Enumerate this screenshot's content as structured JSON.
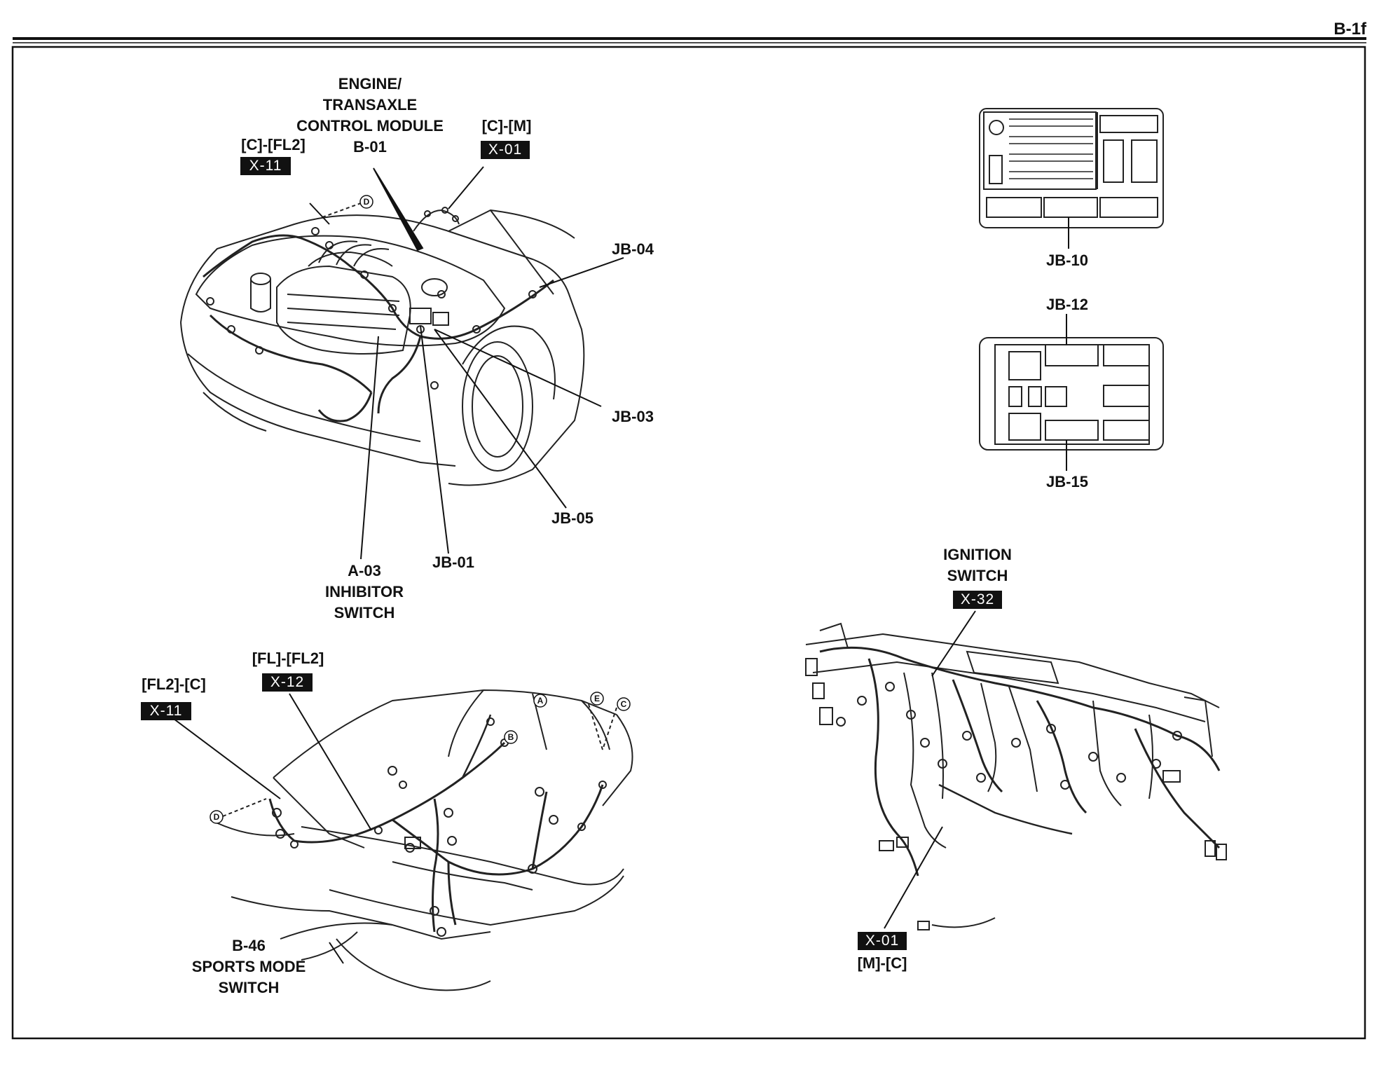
{
  "page_id": "B-1f",
  "engine_view": {
    "ecm_label": [
      "ENGINE/",
      "TRANSAXLE",
      "CONTROL MODULE",
      "B-01"
    ],
    "c_fl2": {
      "label": "[C]-[FL2]",
      "tag": "X-11"
    },
    "c_m": {
      "label": "[C]-[M]",
      "tag": "X-01"
    },
    "jb04": "JB-04",
    "jb03": "JB-03",
    "jb05": "JB-05",
    "jb01": "JB-01",
    "inhibitor_label": [
      "A-03",
      "INHIBITOR",
      "SWITCH"
    ],
    "marker": "D"
  },
  "junction_boxes": {
    "jb10": "JB-10",
    "jb12": "JB-12",
    "jb15": "JB-15"
  },
  "body_view": {
    "fl2_c": {
      "label": "[FL2]-[C]",
      "tag": "X-11"
    },
    "fl_fl2": {
      "label": "[FL]-[FL2]",
      "tag": "X-12"
    },
    "sports_label": [
      "B-46",
      "SPORTS MODE",
      "SWITCH"
    ],
    "markers": [
      "A",
      "B",
      "C",
      "D",
      "E"
    ]
  },
  "dash_view": {
    "ignition_label": [
      "IGNITION",
      "SWITCH"
    ],
    "ignition_tag": "X-32",
    "m_c": {
      "label": "[M]-[C]",
      "tag": "X-01"
    }
  }
}
